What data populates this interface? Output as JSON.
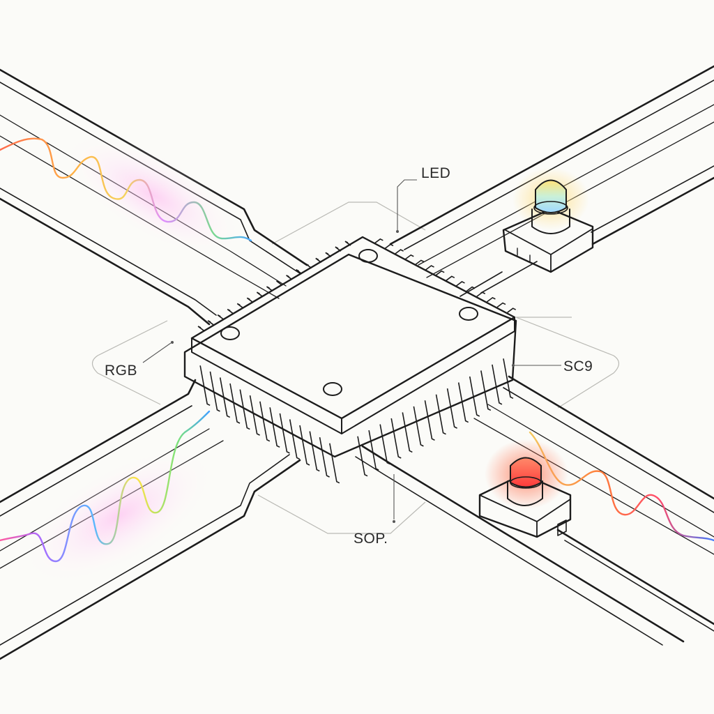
{
  "labels": {
    "led": "LED",
    "rgb": "RGB",
    "sc9": "SC9",
    "sop": "SOP."
  },
  "colors": {
    "background": "#fbfbf8",
    "line": "#1c1c1c",
    "chip_top": "#f7f7f4",
    "led_glow_top": "#ffd36a",
    "led_glow_bottom": "#ff5a4a",
    "wave_rainbow": [
      "#ff5a4a",
      "#ffb347",
      "#ffe347",
      "#7be27b",
      "#58b7ff",
      "#a86bff"
    ]
  },
  "components": [
    "chip",
    "led-top-right",
    "led-bottom-right",
    "signal-wave-left-top",
    "signal-wave-left-bottom",
    "signal-wave-right-bottom"
  ]
}
